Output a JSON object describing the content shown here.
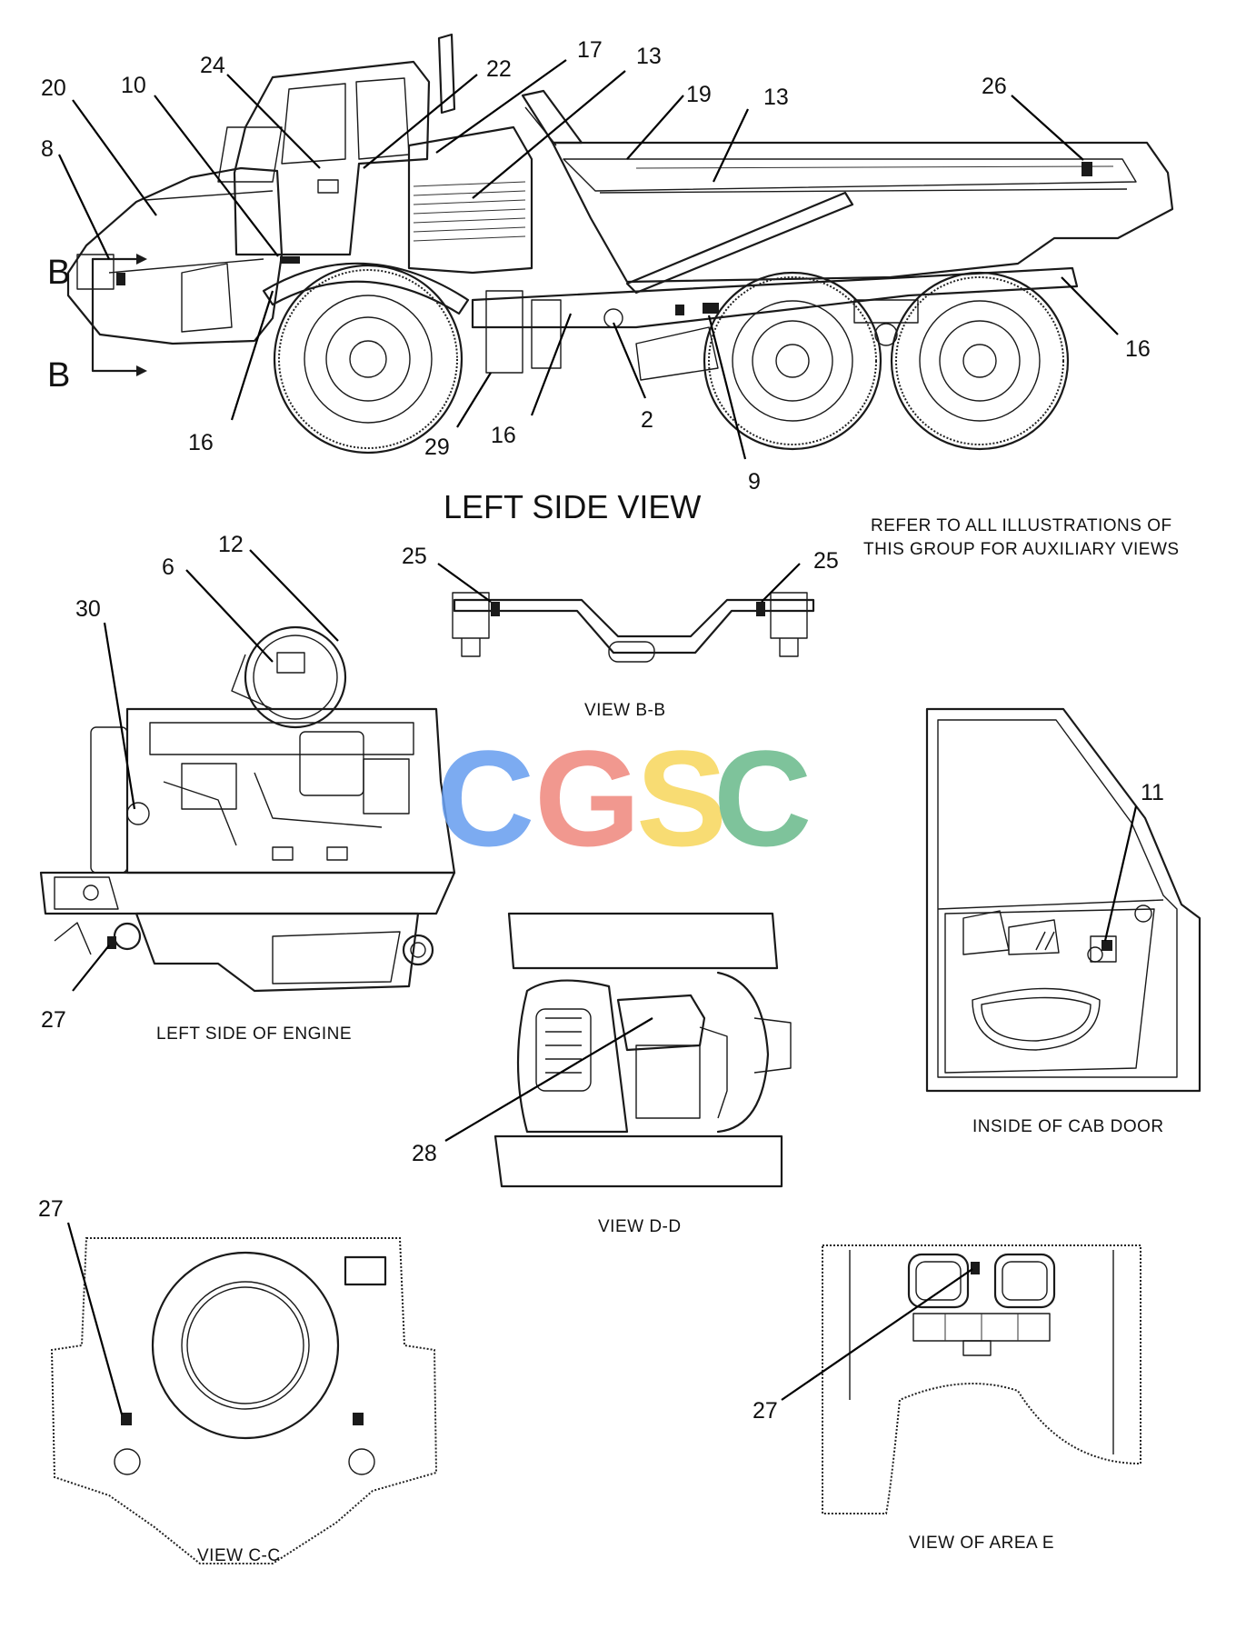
{
  "titles": {
    "main_view": "LEFT SIDE VIEW",
    "note_line1": "REFER TO ALL ILLUSTRATIONS OF",
    "note_line2": "THIS GROUP FOR AUXILIARY VIEWS",
    "engine_view": "LEFT SIDE OF ENGINE",
    "view_bb": "VIEW B-B",
    "cab_door": "INSIDE OF CAB DOOR",
    "view_dd": "VIEW D-D",
    "view_cc": "VIEW C-C",
    "view_area_e": "VIEW OF AREA E"
  },
  "section_marker": {
    "upper": "B",
    "lower": "B"
  },
  "watermark": {
    "letters": [
      "C",
      "G",
      "S",
      "C"
    ],
    "colors": [
      "#6aa0f0",
      "#f08a80",
      "#f8d860",
      "#6dbb8e"
    ]
  },
  "callouts": {
    "c20": "20",
    "c8": "8",
    "c24": "24",
    "c10": "10",
    "c22": "22",
    "c17": "17",
    "c13a": "13",
    "c19": "19",
    "c13b": "13",
    "c26": "26",
    "c16a": "16",
    "c16b": "16",
    "c16c": "16",
    "c29": "29",
    "c2": "2",
    "c9": "9",
    "c12": "12",
    "c6": "6",
    "c30": "30",
    "c27a": "27",
    "c25a": "25",
    "c25b": "25",
    "c11": "11",
    "c28": "28",
    "c27b": "27",
    "c27c": "27"
  }
}
